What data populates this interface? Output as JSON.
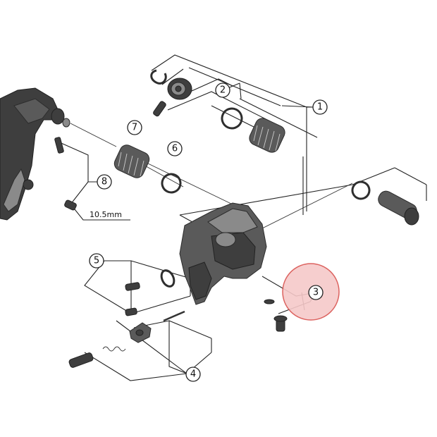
{
  "callouts": {
    "c1": "1",
    "c2": "2",
    "c3": "3",
    "c4": "4",
    "c5": "5",
    "c6": "6",
    "c7": "7",
    "c8": "8"
  },
  "dimension_label": "10.5mm",
  "colors": {
    "highlight_fill": "#f6c9c9",
    "highlight_stroke": "#d9534f",
    "part_gray": "#5a5a5a",
    "line": "#222222"
  }
}
